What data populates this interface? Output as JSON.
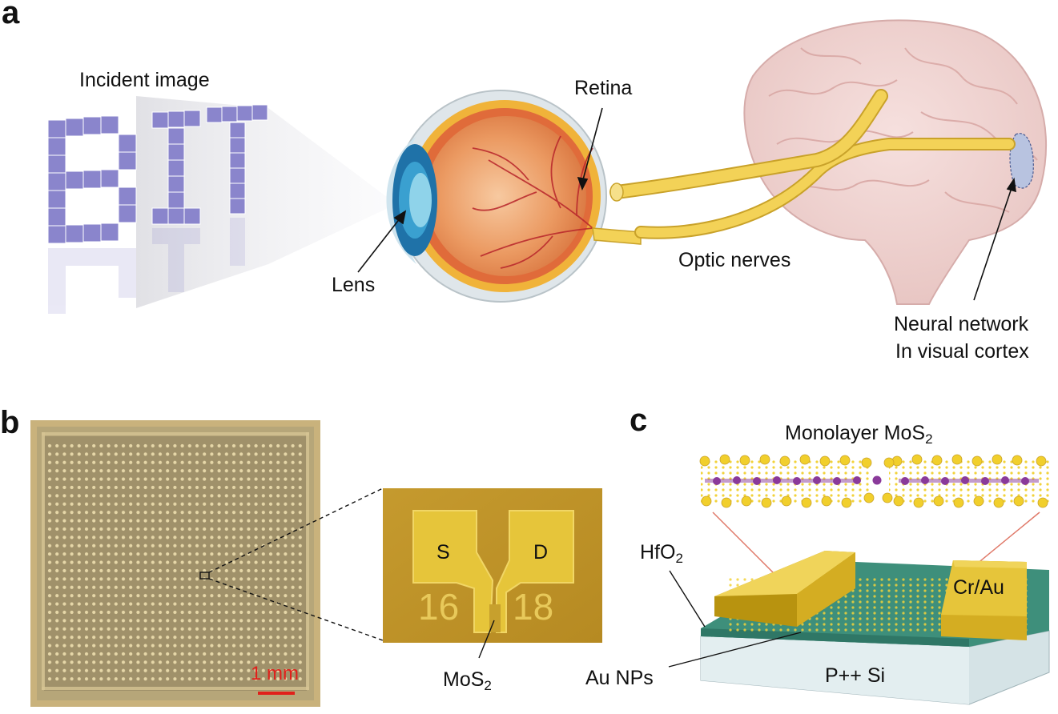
{
  "panel_a": {
    "letter": "a",
    "incident_image": "Incident image",
    "bit_text": "BIT",
    "retina": "Retina",
    "lens": "Lens",
    "optic_nerves": "Optic nerves",
    "neural_network_line1": "Neural network",
    "neural_network_line2": "In visual cortex"
  },
  "panel_b": {
    "letter": "b",
    "scale_bar": "1 mm",
    "source": "S",
    "drain": "D",
    "num_left": "16",
    "num_right": "18",
    "mos2_base": "MoS",
    "mos2_sub": "2"
  },
  "panel_c": {
    "letter": "c",
    "monolayer_base": "Monolayer MoS",
    "monolayer_sub": "2",
    "hfo2_base": "HfO",
    "hfo2_sub": "2",
    "cr_au": "Cr/Au",
    "au_nps": "Au NPs",
    "substrate": "P++ Si"
  },
  "colors": {
    "bit_purple": "#8a85cc",
    "eye_orange": "#e8894f",
    "nerve_yellow": "#f3d257",
    "brain_pink": "#f1d5d3",
    "chip_tan": "#c9b27c",
    "electrode_gold": "#e6c53a",
    "hfo2_teal": "#3e8f7b",
    "si_gray": "#d5e3e6",
    "scale_red": "#e0201b",
    "mo_purple": "#8a3a9a",
    "s_yellow": "#f1cf2c"
  }
}
